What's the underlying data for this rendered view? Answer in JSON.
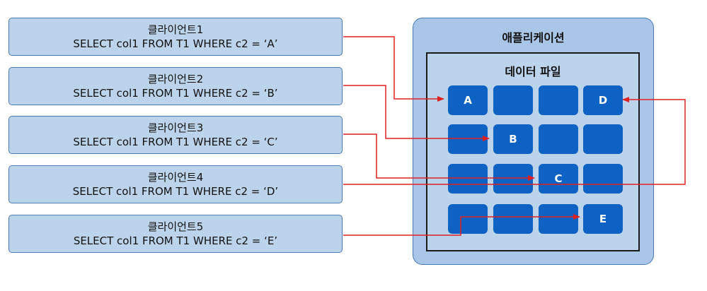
{
  "clients": [
    {
      "name": "클라이언트1",
      "sql": "SELECT col1 FROM T1 WHERE c2 = ‘A’"
    },
    {
      "name": "클라이언트2",
      "sql": "SELECT col1 FROM T1 WHERE c2 = ‘B’"
    },
    {
      "name": "클라이언트3",
      "sql": "SELECT col1 FROM T1 WHERE c2 = ‘C’"
    },
    {
      "name": "클라이언트4",
      "sql": "SELECT col1 FROM T1 WHERE c2 = ‘D’"
    },
    {
      "name": "클라이언트5",
      "sql": "SELECT col1 FROM T1 WHERE c2 = ‘E’"
    }
  ],
  "application": {
    "title": "애플리케이션"
  },
  "data_file": {
    "title": "데이터 파일",
    "blocks": [
      [
        "A",
        "",
        "",
        "D"
      ],
      [
        "",
        "B",
        "",
        ""
      ],
      [
        "",
        "",
        "C",
        ""
      ],
      [
        "",
        "",
        "",
        "E"
      ]
    ]
  },
  "colors": {
    "client_fill": "#bcd3ec",
    "app_fill": "#a9c6e8",
    "block_fill": "#0d62c4",
    "arrow": "#e02020"
  }
}
